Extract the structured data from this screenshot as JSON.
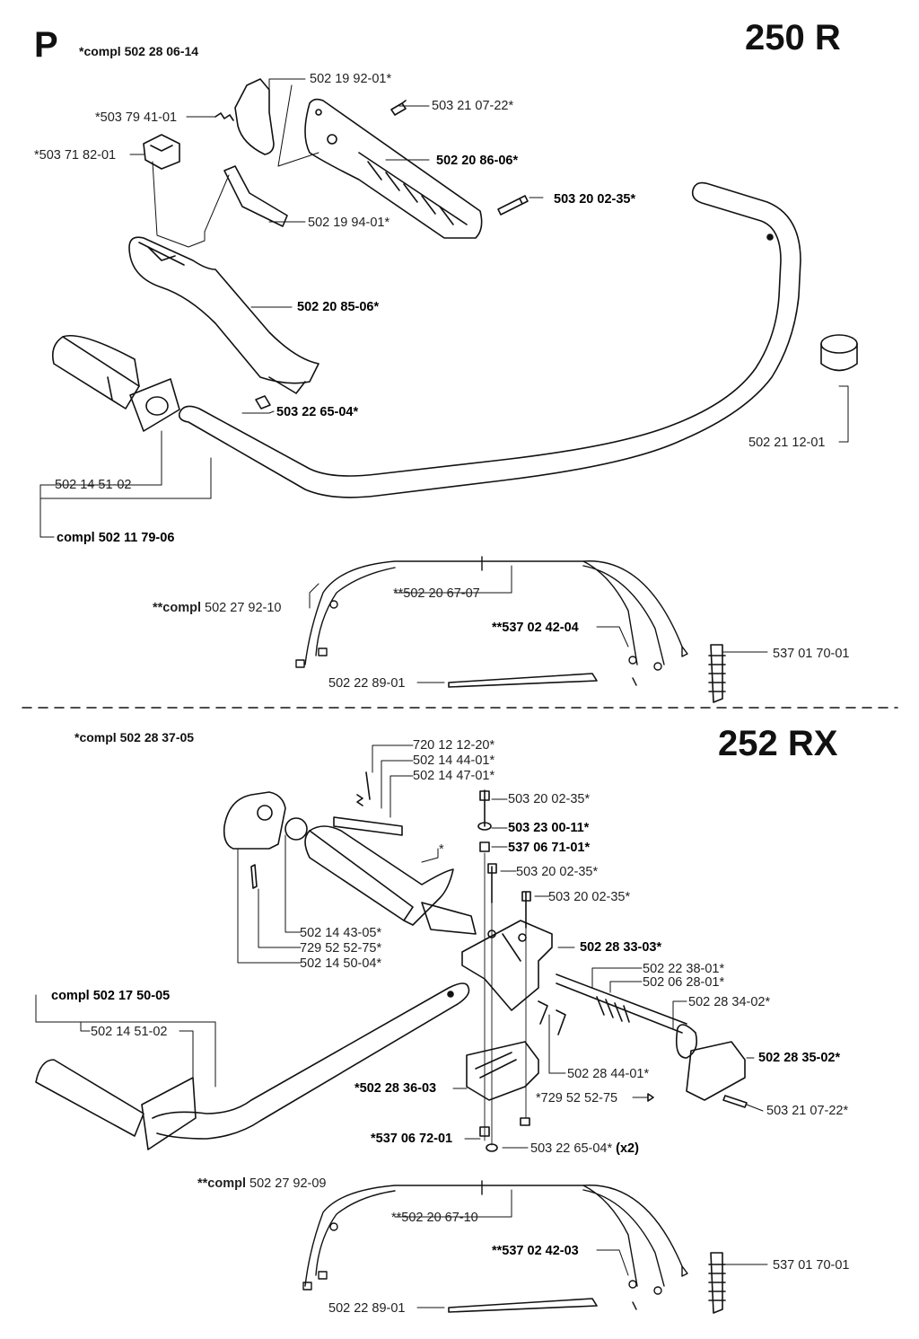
{
  "page_letter": "P",
  "sections": [
    {
      "model": "250 R",
      "kit_note": "*compl 502 28 06-14",
      "labels": [
        {
          "id": "p1",
          "text": "502 19 92-01*",
          "bold": false
        },
        {
          "id": "p2",
          "text": "*503 79 41-01",
          "bold": false
        },
        {
          "id": "p3",
          "text": "503 21 07-22*",
          "bold": false
        },
        {
          "id": "p4",
          "text": "*503 71 82-01",
          "bold": false
        },
        {
          "id": "p5",
          "text": "502 20 86-06*",
          "bold": true
        },
        {
          "id": "p6",
          "text": "503 20 02-35*",
          "bold": true
        },
        {
          "id": "p7",
          "text": "502 19 94-01*",
          "bold": false
        },
        {
          "id": "p8",
          "text": "502 20 85-06*",
          "bold": true
        },
        {
          "id": "p9",
          "text": "503 22 65-04*",
          "bold": true
        },
        {
          "id": "p10",
          "text": "502 21 12-01",
          "bold": false
        },
        {
          "id": "p11",
          "text": "502 14 51-02",
          "bold": false
        },
        {
          "id": "p12",
          "text": "compl 502 11 79-06",
          "bold": true
        },
        {
          "id": "p13",
          "text": "**502 20 67-07",
          "bold": false
        },
        {
          "id": "p15",
          "text": "**537 02 42-04",
          "bold": true
        },
        {
          "id": "p16",
          "text": "537 01 70-01",
          "bold": false
        },
        {
          "id": "p17",
          "text": "502 22 89-01",
          "bold": false
        }
      ],
      "compl_prefix": "**compl",
      "compl_number": "502 27 92-10"
    },
    {
      "model": "252 RX",
      "kit_note": "*compl 502 28 37-05",
      "labels": [
        {
          "id": "q1",
          "text": "720 12 12-20*",
          "bold": false
        },
        {
          "id": "q2",
          "text": "502 14 44-01*",
          "bold": false
        },
        {
          "id": "q3",
          "text": "502 14 47-01*",
          "bold": false
        },
        {
          "id": "q4",
          "text": "503 20 02-35*",
          "bold": false
        },
        {
          "id": "q5",
          "text": "503 23 00-11*",
          "bold": true
        },
        {
          "id": "q6",
          "text": "537 06 71-01*",
          "bold": true
        },
        {
          "id": "q7",
          "text": "*",
          "bold": false
        },
        {
          "id": "q8",
          "text": "503 20 02-35*",
          "bold": false
        },
        {
          "id": "q9",
          "text": "503 20 02-35*",
          "bold": false
        },
        {
          "id": "q10",
          "text": "502 14 43-05*",
          "bold": false
        },
        {
          "id": "q11",
          "text": "729 52 52-75*",
          "bold": false
        },
        {
          "id": "q12",
          "text": "502 14 50-04*",
          "bold": false
        },
        {
          "id": "q13",
          "text": "502 28 33-03*",
          "bold": true
        },
        {
          "id": "q14",
          "text": "502 22 38-01*",
          "bold": false
        },
        {
          "id": "q15",
          "text": "502 06 28-01*",
          "bold": false
        },
        {
          "id": "q16",
          "text": "compl 502 17 50-05",
          "bold": true
        },
        {
          "id": "q17",
          "text": "502 28 34-02*",
          "bold": false
        },
        {
          "id": "q18",
          "text": "502 14 51-02",
          "bold": false
        },
        {
          "id": "q19",
          "text": "502 28 35-02*",
          "bold": true
        },
        {
          "id": "q20",
          "text": "502 28 44-01*",
          "bold": false
        },
        {
          "id": "q21",
          "text": "*502 28 36-03",
          "bold": true
        },
        {
          "id": "q22",
          "text": "*729 52 52-75",
          "bold": false
        },
        {
          "id": "q23",
          "text": "503 21 07-22*",
          "bold": false
        },
        {
          "id": "q24",
          "text": "*537 06 72-01",
          "bold": true
        },
        {
          "id": "q25",
          "text": "503 22 65-04*",
          "bold": false
        },
        {
          "id": "q26",
          "text": "(x2)",
          "bold": true
        },
        {
          "id": "q28",
          "text": "**502 20 67-10",
          "bold": false
        },
        {
          "id": "q29",
          "text": "**537 02 42-03",
          "bold": true
        },
        {
          "id": "q30",
          "text": "537 01 70-01",
          "bold": false
        },
        {
          "id": "q31",
          "text": "502 22 89-01",
          "bold": false
        }
      ],
      "compl_prefix": "**compl",
      "compl_number": "502 27 92-09"
    }
  ]
}
